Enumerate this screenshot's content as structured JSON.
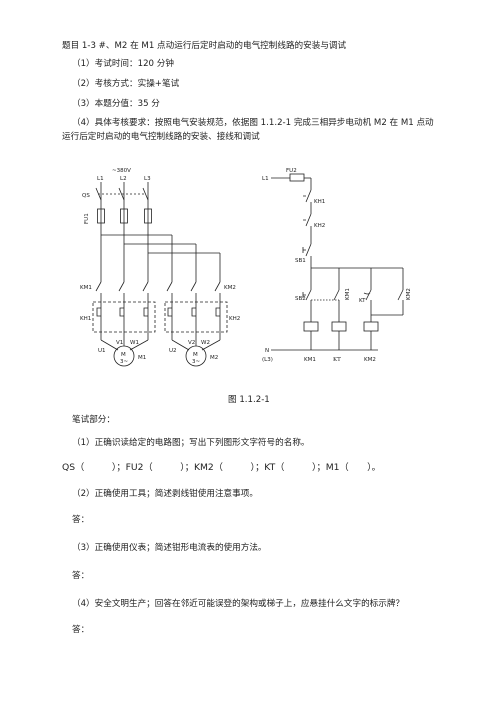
{
  "doc": {
    "title": "题目 1-3 #、M2 在 M1 点动运行后定时启动的电气控制线路的安装与调试",
    "item1": "（1）考试时间：120 分钟",
    "item2": "（2）考核方式：实操+笔试",
    "item3": "（3）本题分值：35 分",
    "item4_line1": "（4）具体考核要求：按照电气安装规范，依据图 1.1.2-1 完成三相异步电动机 M2 在 M1 点动",
    "item4_line2": "运行后定时启动的电气控制线路的安装、接线和调试",
    "figure_caption": "图 1.1.2-1",
    "written_header": "笔试部分：",
    "q1": "（1）正确识读给定的电路图；写出下列图形文字符号的名称。",
    "q1_symbols": "QS（　　　）；FU2（　　　）；KM2（　　　）；KT（　　　）；M1（　　）。",
    "q2": "（2）正确使用工具；简述剥线钳使用注意事项。",
    "answer_label": "答：",
    "q3": "（3）正确使用仪表；简述钳形电流表的使用方法。",
    "q4": "（4）安全文明生产；回答在邻近可能误登的架构或梯子上，应悬挂什么文字的标示牌？"
  },
  "diagram": {
    "main": {
      "voltage": "~380V",
      "phases": [
        "L1",
        "L2",
        "L3"
      ],
      "qs": "QS",
      "fu1": "FU1",
      "km1": "KM1",
      "km2": "KM2",
      "kh1": "KH1",
      "kh2": "KH2",
      "u1": "U1",
      "v1": "V1",
      "w1": "W1",
      "u2": "U2",
      "v2": "V2",
      "w2": "W2",
      "m1_symbol": "M",
      "m1_phase": "3~",
      "m1_label": "M1",
      "m2_symbol": "M",
      "m2_phase": "3~",
      "m2_label": "M2"
    },
    "control": {
      "l1": "L1",
      "fu2": "FU2",
      "kh1": "KH1",
      "kh2": "KH2",
      "sb1": "SB1",
      "sb2": "SB2",
      "km1_contact": "KM1",
      "kt_contact": "KT",
      "km2_contact": "KM2",
      "n": "N",
      "l3": "(L3)",
      "coil_km1": "KM1",
      "coil_kt": "KT",
      "coil_km2": "KM2"
    }
  }
}
